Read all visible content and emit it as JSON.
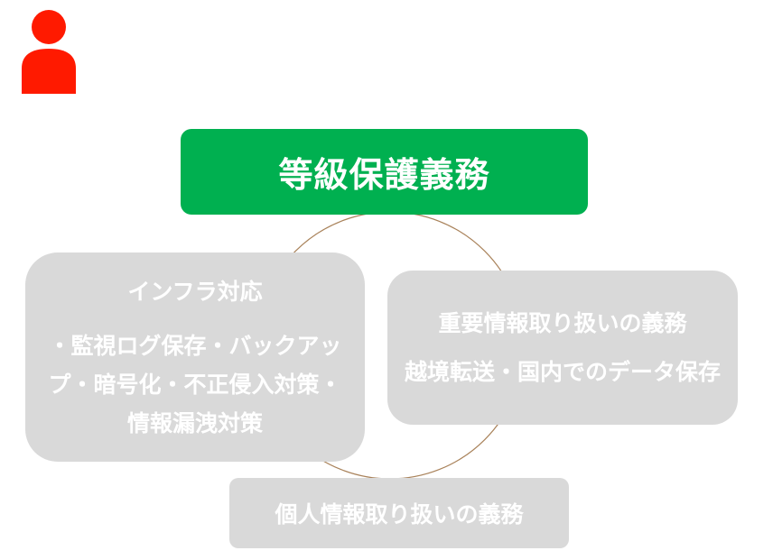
{
  "diagram": {
    "center_node": {
      "label": "等級保護義務",
      "color": "#00b050"
    },
    "nodes": [
      {
        "id": "infra",
        "title": "インフラ対応",
        "body": "・監視ログ保存・バックアップ・暗号化・不正侵入対策・情報漏洩対策"
      },
      {
        "id": "important-data",
        "title": "重要情報取り扱いの義務",
        "body": "越境転送・国内でのデータ保存"
      },
      {
        "id": "personal-data",
        "title": "個人情報取り扱いの義務",
        "body": ""
      }
    ],
    "node_color": "#d9d9d9",
    "text_color": "#ffffff",
    "ring_color": "#a9825a",
    "icon": {
      "name": "person-icon",
      "color": "#ff1a00"
    }
  }
}
